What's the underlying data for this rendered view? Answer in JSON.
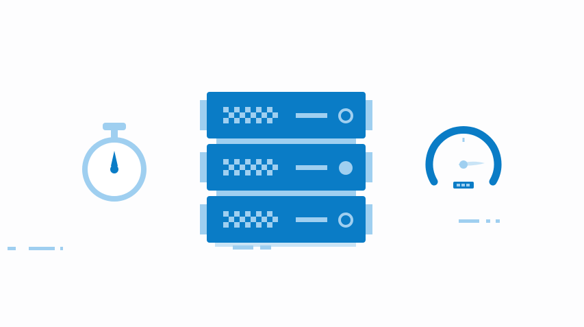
{
  "colors": {
    "background": "#fdfdfe",
    "primary": "#0a7cc6",
    "light": "#9fcff0",
    "lighter": "#c9e4f6"
  },
  "icons": {
    "left": "stopwatch-icon",
    "center": "server-rack-icon",
    "right": "speedometer-icon"
  },
  "server": {
    "unit_count": 3,
    "status_lights": [
      "ring",
      "filled",
      "ring"
    ]
  }
}
